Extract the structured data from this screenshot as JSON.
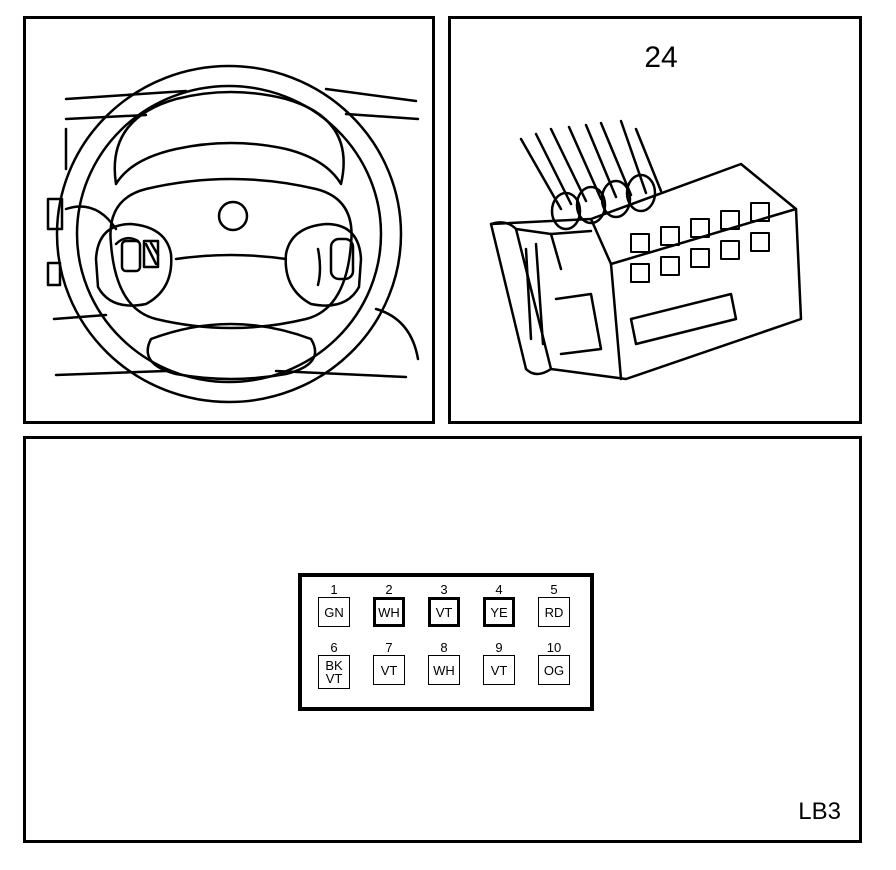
{
  "connector": {
    "number": "24"
  },
  "diagram_code": "LB3",
  "pins_top": [
    {
      "number": "1",
      "color": "GN",
      "highlighted": false
    },
    {
      "number": "2",
      "color": "WH",
      "highlighted": true
    },
    {
      "number": "3",
      "color": "VT",
      "highlighted": true
    },
    {
      "number": "4",
      "color": "YE",
      "highlighted": true
    },
    {
      "number": "5",
      "color": "RD",
      "highlighted": false
    }
  ],
  "pins_bottom": [
    {
      "number": "6",
      "color_line1": "BK",
      "color_line2": "VT",
      "highlighted": false
    },
    {
      "number": "7",
      "color": "VT",
      "highlighted": false
    },
    {
      "number": "8",
      "color": "WH",
      "highlighted": false
    },
    {
      "number": "9",
      "color": "VT",
      "highlighted": false
    },
    {
      "number": "10",
      "color": "OG",
      "highlighted": false
    }
  ]
}
